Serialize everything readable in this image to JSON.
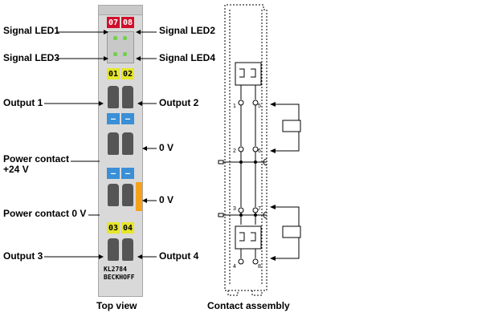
{
  "labels": {
    "signal_led1": "Signal LED1",
    "signal_led2": "Signal LED2",
    "signal_led3": "Signal LED3",
    "signal_led4": "Signal LED4",
    "output1": "Output 1",
    "output2": "Output 2",
    "zero_v_a": "0 V",
    "power_contact_24v_line1": "Power contact",
    "power_contact_24v_line2": "+24 V",
    "zero_v_b": "0 V",
    "power_contact_0v": "Power contact 0 V",
    "output3": "Output 3",
    "output4": "Output 4"
  },
  "module": {
    "led_top": [
      "07",
      "08"
    ],
    "led_mid": [
      "01",
      "02"
    ],
    "led_bottom": [
      "03",
      "04"
    ],
    "blue_marks": [
      "–",
      "–"
    ],
    "model": "KL2784",
    "brand": "BECKHOFF",
    "colors": {
      "red": "#d0102a",
      "yellow": "#e6e62a",
      "blue": "#3a8fd6",
      "orange": "#f5a21a",
      "body": "#d9d9d9"
    }
  },
  "contacts": {
    "terminal_numbers": [
      "1",
      "5",
      "2",
      "6",
      "3",
      "7",
      "4",
      "8"
    ]
  },
  "captions": {
    "top_view": "Top view",
    "contact_assembly": "Contact assembly"
  }
}
